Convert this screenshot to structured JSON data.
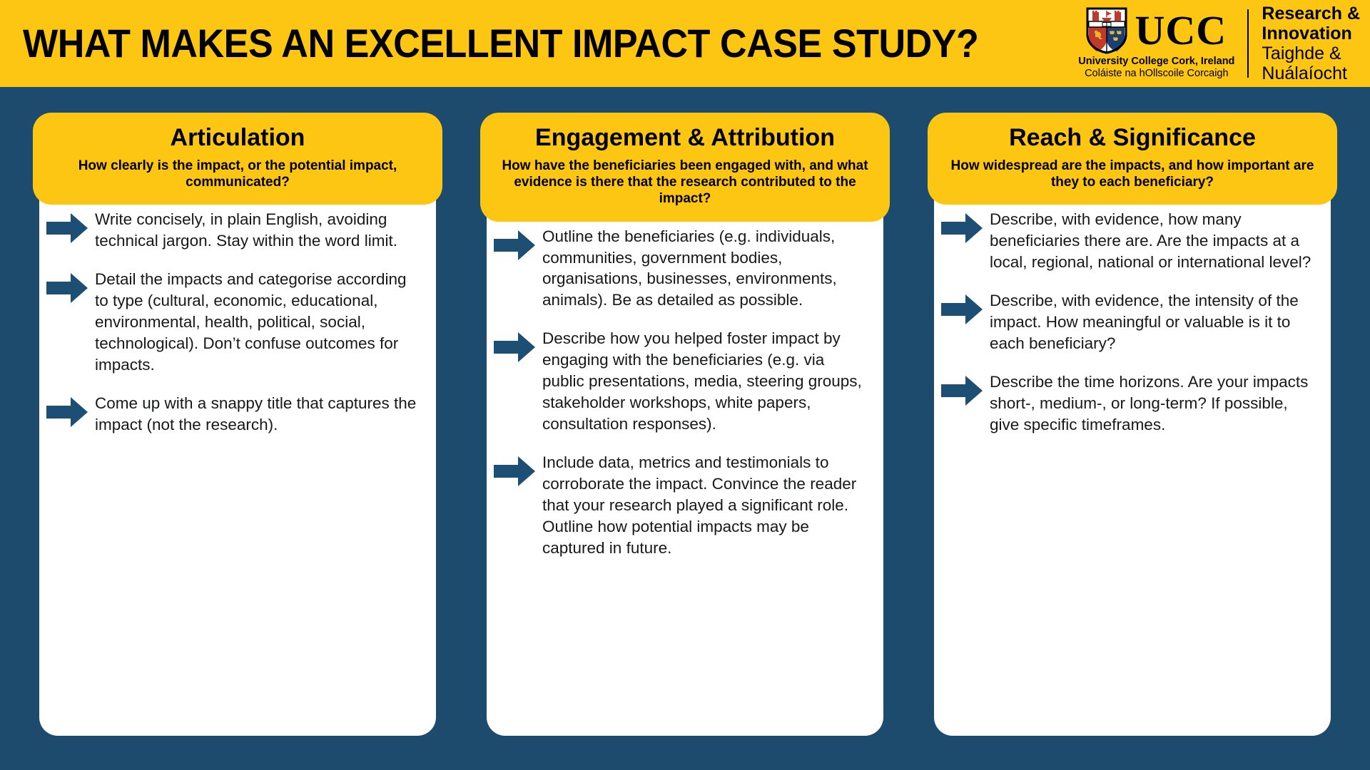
{
  "banner": {
    "title": "WHAT MAKES AN EXCELLENT IMPACT CASE STUDY?",
    "background_color": "#fcc613",
    "text_color": "#000000"
  },
  "logo": {
    "crest_icon": "ucc-coat-of-arms-icon",
    "acronym": "UCC",
    "name_en": "University College Cork, Ireland",
    "name_ga": "Coláiste na hOllscoile Corcaigh",
    "unit_en_line1": "Research &",
    "unit_en_line2": "Innovation",
    "unit_ga_line1": "Taighde &",
    "unit_ga_line2": "Nuálaíocht"
  },
  "theme": {
    "background_navy": "#1d4b6e",
    "accent_yellow": "#fcc613",
    "card_white": "#ffffff",
    "arrow_navy": "#1d4e74",
    "body_text": "#17181a"
  },
  "cards": [
    {
      "title": "Articulation",
      "subtitle": "How clearly is the impact, or the potential impact, communicated?",
      "bullets": [
        "Write concisely, in plain English, avoiding technical jargon. Stay within the word limit.",
        "Detail the impacts and categorise according to type (cultural, economic, educational, environmental, health, political, social, technological). Don’t confuse outcomes for impacts.",
        "Come up with a snappy title that captures the impact (not the research)."
      ]
    },
    {
      "title": "Engagement & Attribution",
      "subtitle": "How have the beneficiaries been engaged with, and what evidence is there that the research contributed to the impact?",
      "bullets": [
        "Outline the beneficiaries (e.g. individuals, communities, government bodies, organisations, businesses, environments, animals). Be as detailed as possible.",
        "Describe how you helped foster impact by engaging with the beneficiaries (e.g. via public presentations, media, steering groups, stakeholder workshops, white papers, consultation responses).",
        "Include data, metrics and testimonials to corroborate the impact. Convince the reader that your research played a significant role. Outline how potential impacts may be captured in future."
      ]
    },
    {
      "title": "Reach & Significance",
      "subtitle": "How widespread are the impacts, and how important are they to each beneficiary?",
      "bullets": [
        "Describe, with evidence, how many beneficiaries there are. Are the impacts at a local, regional, national or international level?",
        "Describe, with evidence, the intensity of the impact. How meaningful or valuable is it to each beneficiary?",
        "Describe the time horizons. Are your impacts short-, medium-, or long-term? If possible, give specific timeframes."
      ]
    }
  ],
  "bullet_icon": "right-arrow-icon"
}
